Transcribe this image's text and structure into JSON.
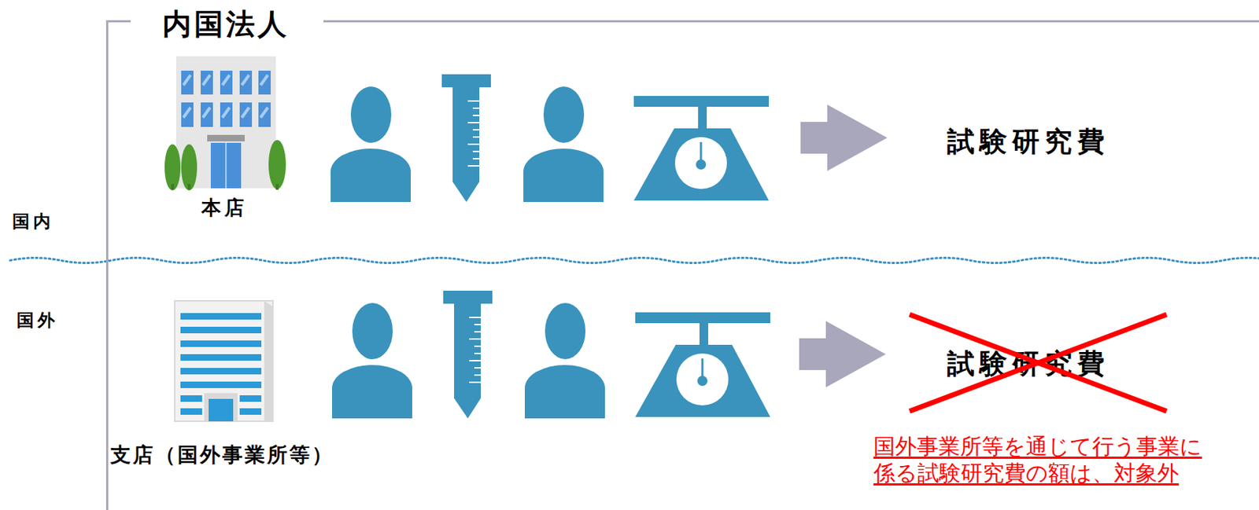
{
  "diagram": {
    "nodes": [
      {
        "text": [
          "内国法人"
        ]
      }
    ],
    "labels": [
      "国内",
      "国外",
      "本店",
      "試験研究費",
      "支店（国外事業所等）",
      "試験研究費",
      "国外事業所等を通じて行う事業に 係る試験研究費の額は、対象外"
    ]
  }
}
